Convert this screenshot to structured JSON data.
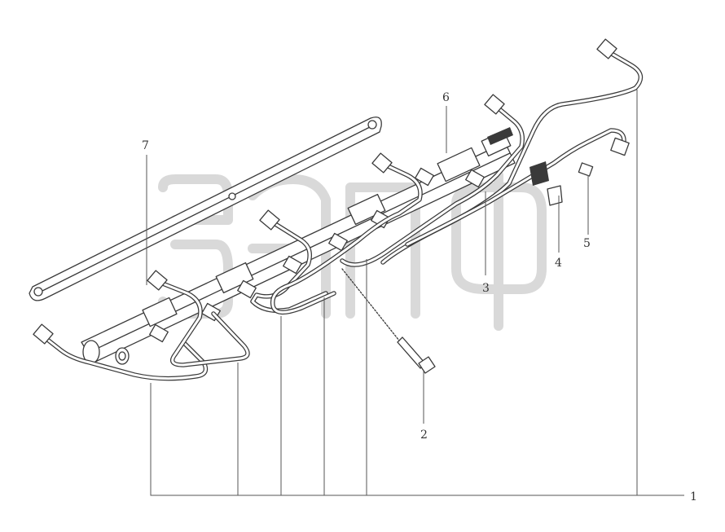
{
  "callouts": [
    {
      "id": "1",
      "label": "1"
    },
    {
      "id": "2",
      "label": "2"
    },
    {
      "id": "3",
      "label": "3"
    },
    {
      "id": "4",
      "label": "4"
    },
    {
      "id": "5",
      "label": "5"
    },
    {
      "id": "6",
      "label": "6"
    },
    {
      "id": "7",
      "label": "7"
    }
  ],
  "colors": {
    "line": "#3a3a3a",
    "watermark": "#d9d9d9",
    "background": "#ffffff"
  }
}
